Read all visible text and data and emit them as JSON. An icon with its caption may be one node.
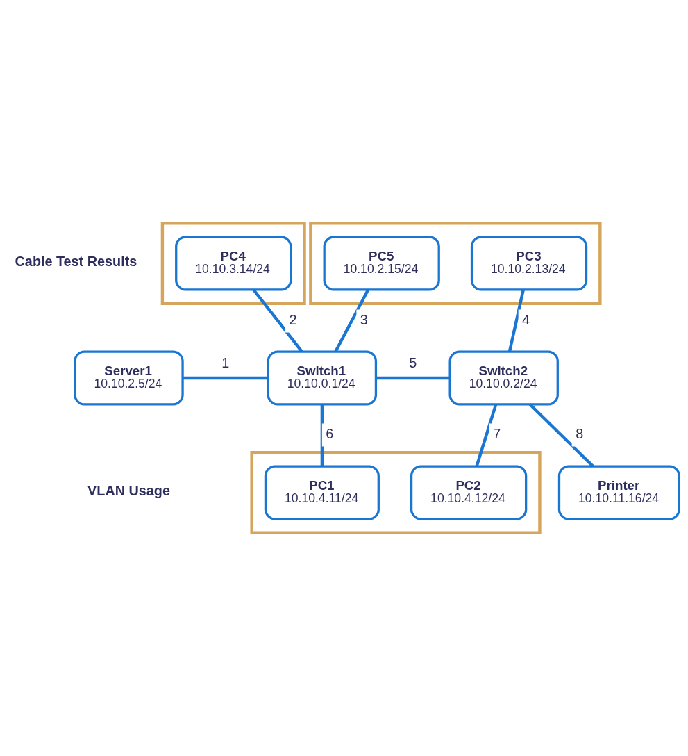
{
  "diagram": {
    "nodes": [
      {
        "text": [],
        "shape": "box"
      },
      {
        "text": [
          "PC4",
          "10.10.3.14/24"
        ],
        "in": 0
      },
      {
        "text": [],
        "shape": "box"
      },
      {
        "text": [
          "PC5",
          "10.10.2.15/24"
        ],
        "in": 2
      },
      {
        "text": [
          "PC3",
          "10.10.2.13/24"
        ],
        "in": 2
      },
      {
        "text": [
          "Server1",
          "10.10.2.5/24"
        ]
      },
      {
        "text": [
          "Switch1",
          "10.10.0.1/24"
        ]
      },
      {
        "text": [
          "Switch2",
          "10.10.0.2/24"
        ]
      },
      {
        "text": [],
        "shape": "box"
      },
      {
        "text": [
          "PC1",
          "10.10.4.11/24"
        ],
        "in": 8
      },
      {
        "text": [
          "PC2",
          "10.10.4.12/24"
        ],
        "in": 8
      },
      {
        "text": [
          "Printer",
          "10.10.11.16/24"
        ]
      }
    ],
    "edges": [
      {
        "from": 5,
        "to": 6,
        "arrow": "none",
        "label": "1"
      },
      {
        "from": 1,
        "to": 6,
        "arrow": "none",
        "label": "2"
      },
      {
        "from": 3,
        "to": 6,
        "arrow": "none",
        "label": "3"
      },
      {
        "from": 4,
        "to": 7,
        "arrow": "none",
        "label": "4"
      },
      {
        "from": 6,
        "to": 7,
        "arrow": "none",
        "label": "5"
      },
      {
        "from": 6,
        "to": 9,
        "arrow": "none",
        "label": "6"
      },
      {
        "from": 7,
        "to": 10,
        "arrow": "none",
        "label": "7"
      },
      {
        "from": 7,
        "to": 11,
        "arrow": "none",
        "label": "8"
      }
    ],
    "labels": [
      "Cable Test Results",
      "VLAN Usage"
    ]
  }
}
